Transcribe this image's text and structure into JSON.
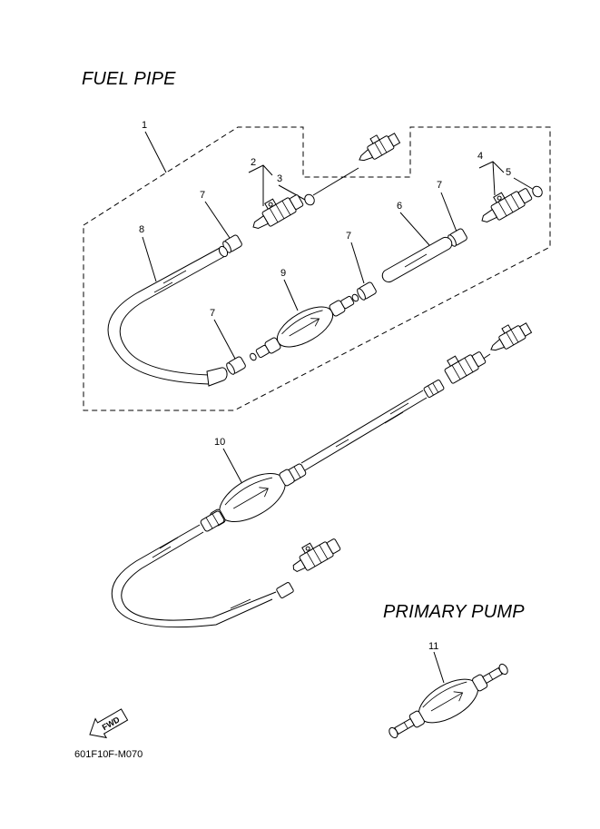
{
  "titles": {
    "fuel_pipe": "FUEL PIPE",
    "primary_pump": "PRIMARY PUMP"
  },
  "diagram_code": "601F10F-M070",
  "fwd_label": "FWD",
  "callouts": [
    "1",
    "2",
    "3",
    "4",
    "5",
    "6",
    "7",
    "7",
    "7",
    "7",
    "8",
    "9",
    "10",
    "11"
  ]
}
